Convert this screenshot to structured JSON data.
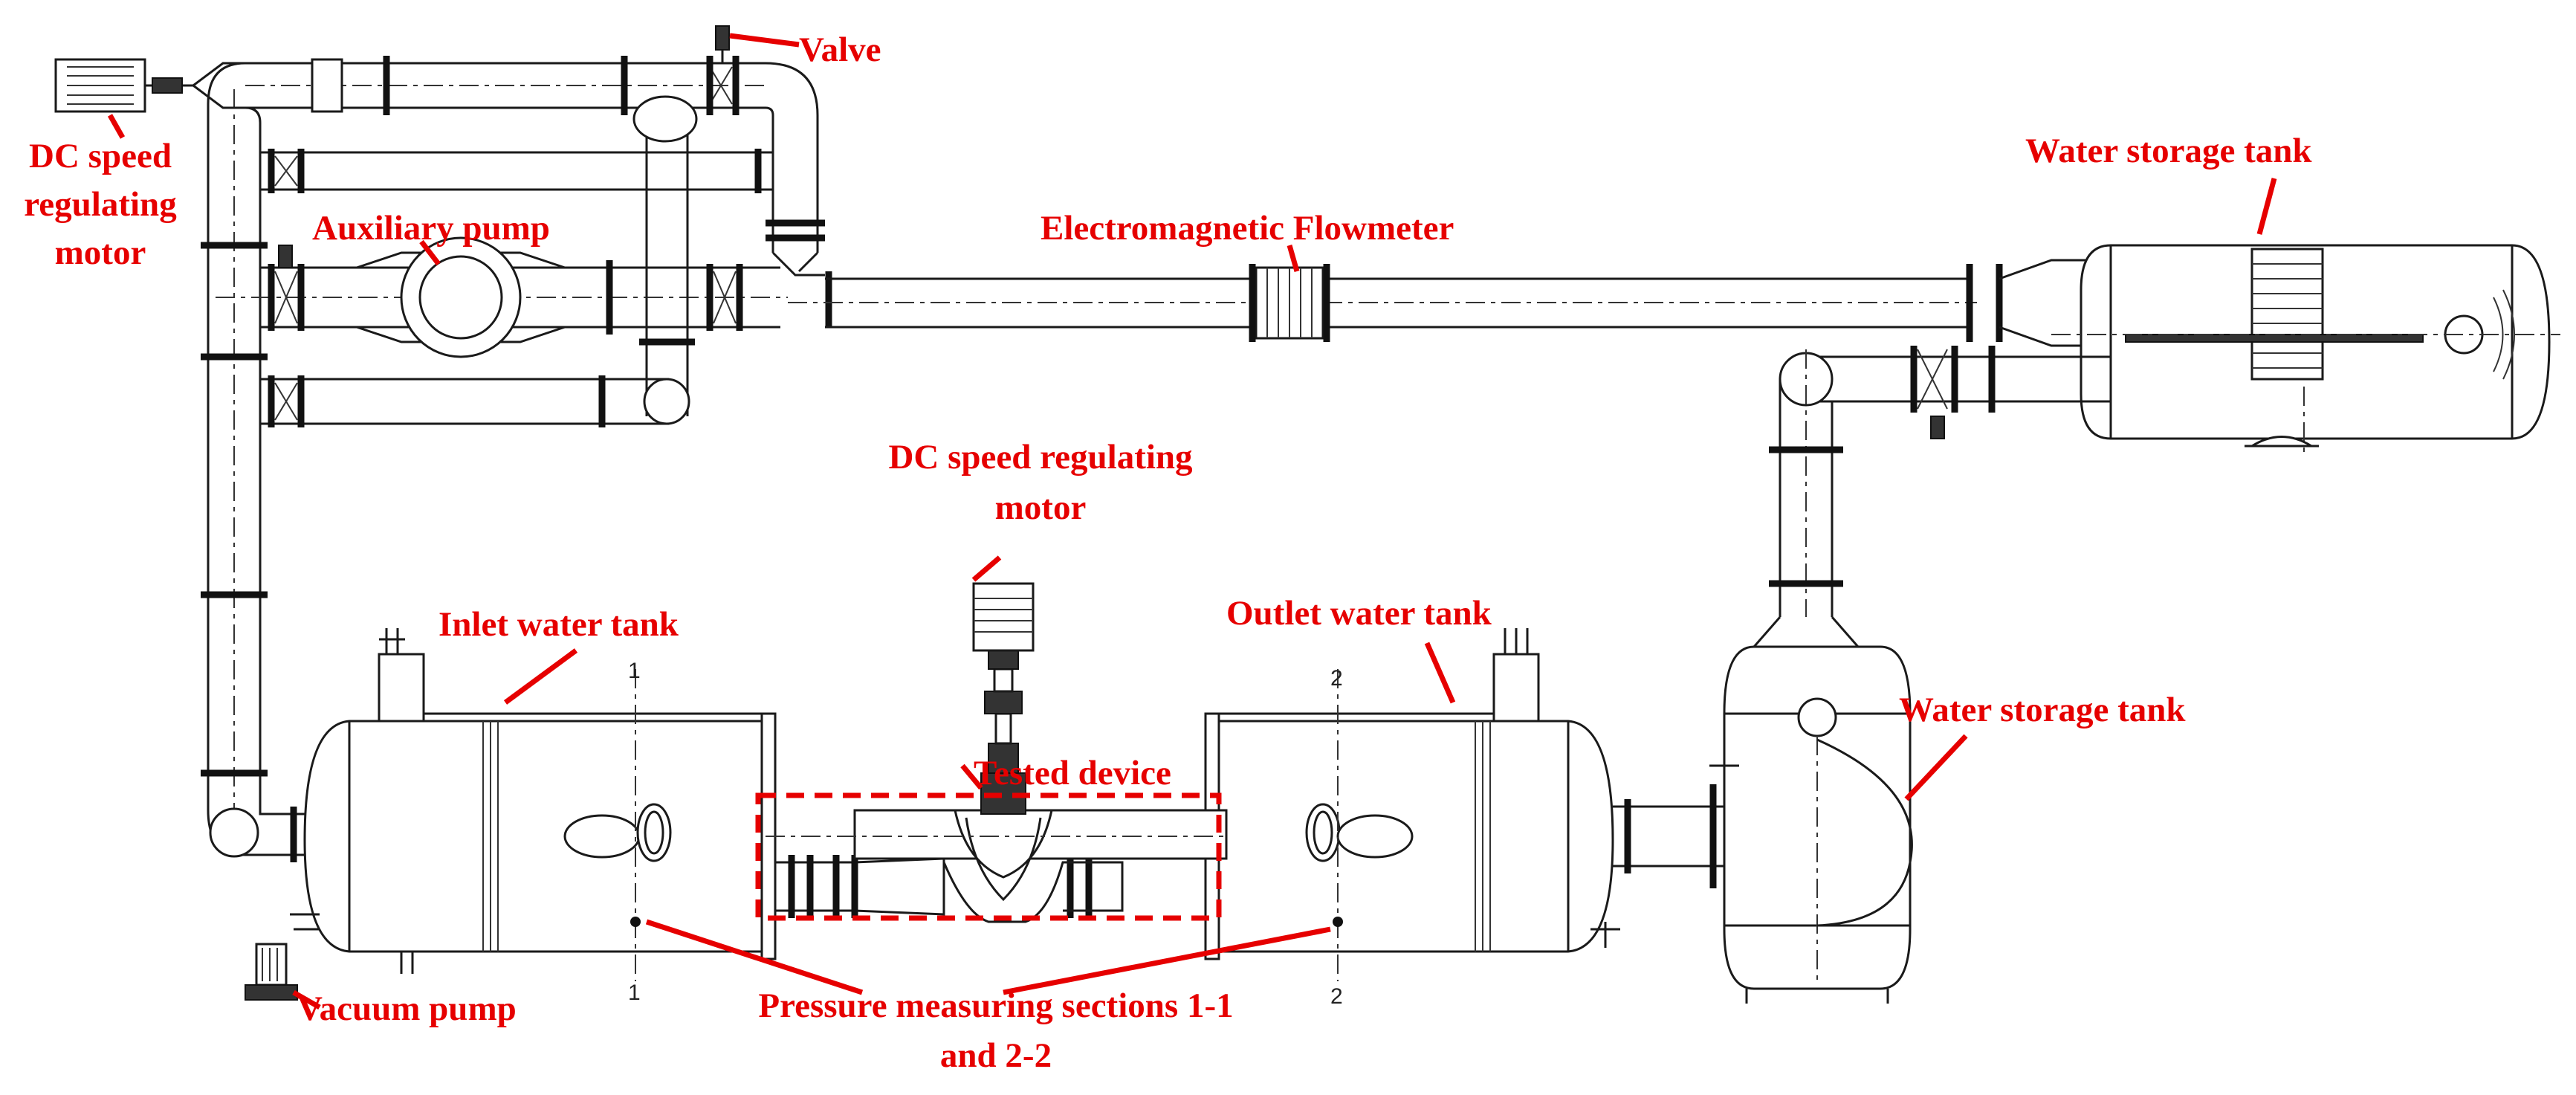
{
  "labels": {
    "valve": "Valve",
    "dc_motor_top_l1": "DC speed",
    "dc_motor_top_l2": "regulating",
    "dc_motor_top_l3": "motor",
    "auxiliary_pump": "Auxiliary pump",
    "flowmeter": "Electromagnetic Flowmeter",
    "water_storage_tank_top": "Water storage tank",
    "dc_motor_mid_l1": "DC speed regulating",
    "dc_motor_mid_l2": "motor",
    "inlet_tank": "Inlet water tank",
    "outlet_tank": "Outlet water tank",
    "water_storage_tank_right": "Water storage tank",
    "tested_device": "Tested device",
    "vacuum_pump": "Vacuum pump",
    "pressure_l1": "Pressure measuring sections 1-1",
    "pressure_l2": "and 2-2"
  },
  "section_marks": {
    "s1_top": "1",
    "s1_bottom": "1",
    "s2_top": "2",
    "s2_bottom": "2"
  },
  "colors": {
    "label": "#e60000",
    "line": "#1a1a1a"
  }
}
